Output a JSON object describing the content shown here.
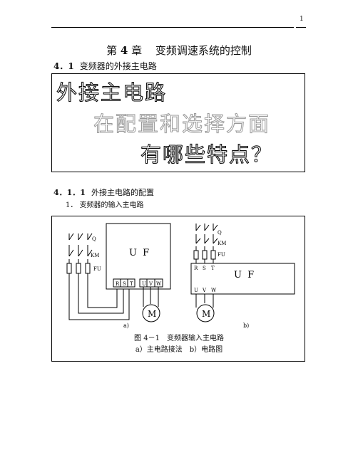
{
  "page_number": "1",
  "chapter": {
    "num_prefix": "第",
    "num": "4",
    "suffix": "章",
    "title": "变频调速系统的控制"
  },
  "section_4_1": {
    "num": "4．1",
    "title": "变频器的外接主电路"
  },
  "question": {
    "line1": "外接主电路",
    "line2": "在配置和选择方面",
    "line3": "有哪些特点？"
  },
  "section_4_1_1": {
    "num": "4．1．1",
    "title": "外接主电路的配置"
  },
  "item_1": {
    "num": "1．",
    "title": "变频器的输入主电路"
  },
  "figure": {
    "uf": "U F",
    "left_labels": {
      "Q": "Q",
      "KM": "KM",
      "FU": "FU",
      "R": "R",
      "S": "S",
      "T": "T",
      "U": "U",
      "V": "V",
      "W": "W",
      "M": "M",
      "sub": "a)"
    },
    "right_labels": {
      "Q": "Q",
      "KM": "KM",
      "FU": "FU",
      "R": "R",
      "S": "S",
      "T": "T",
      "U": "U",
      "V": "V",
      "W": "W",
      "M": "M",
      "sub": "b)"
    },
    "caption_title": "图 4－1　变频器输入主电路",
    "caption_sub": "a）主电路接法　b）电路图"
  }
}
